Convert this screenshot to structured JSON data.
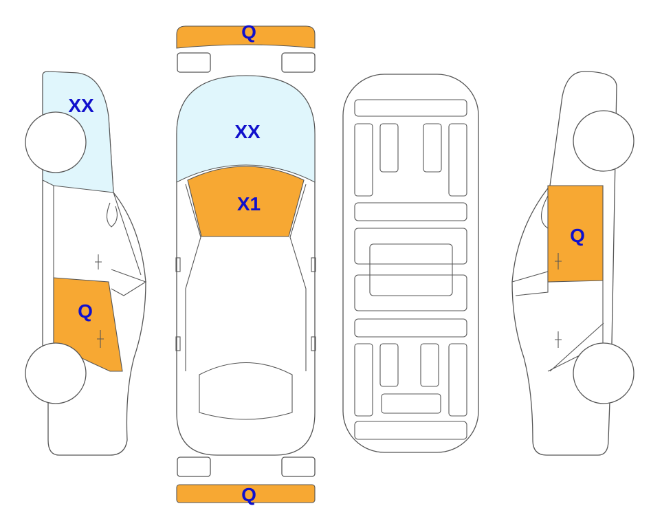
{
  "colors": {
    "damage": "#f7a833",
    "glass": "#e0f6fc",
    "label": "#1010cc",
    "outline": "#555555"
  },
  "labels": {
    "front_bumper": "Q",
    "rear_bumper": "Q",
    "windshield_top": "XX",
    "hood": "X1",
    "left_windshield": "XX",
    "left_door": "Q",
    "right_door": "Q"
  }
}
